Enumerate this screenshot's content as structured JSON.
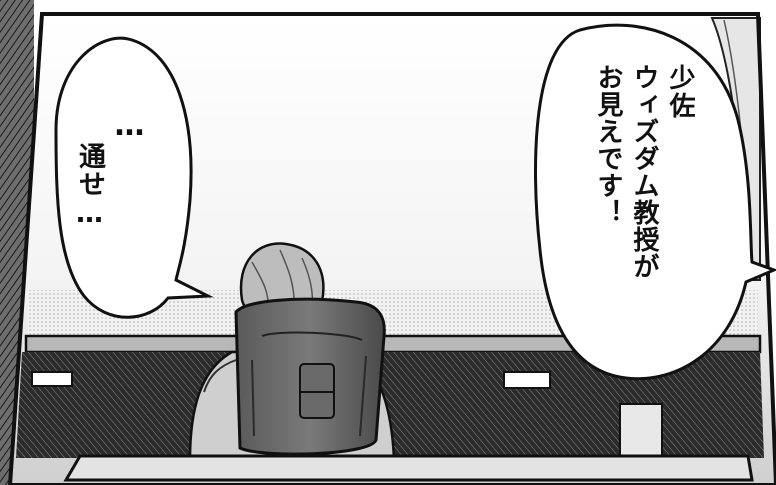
{
  "left_bubble": {
    "lines": [
      "…",
      "通せ…"
    ]
  },
  "right_bubble": {
    "lines": [
      "少佐",
      "ウィズダム教授が",
      "お見えです！"
    ]
  },
  "colors": {
    "ink": "#111111",
    "paper": "#ffffff",
    "screentone": "#9a9a9a",
    "light_tone": "#d8d8d8"
  }
}
